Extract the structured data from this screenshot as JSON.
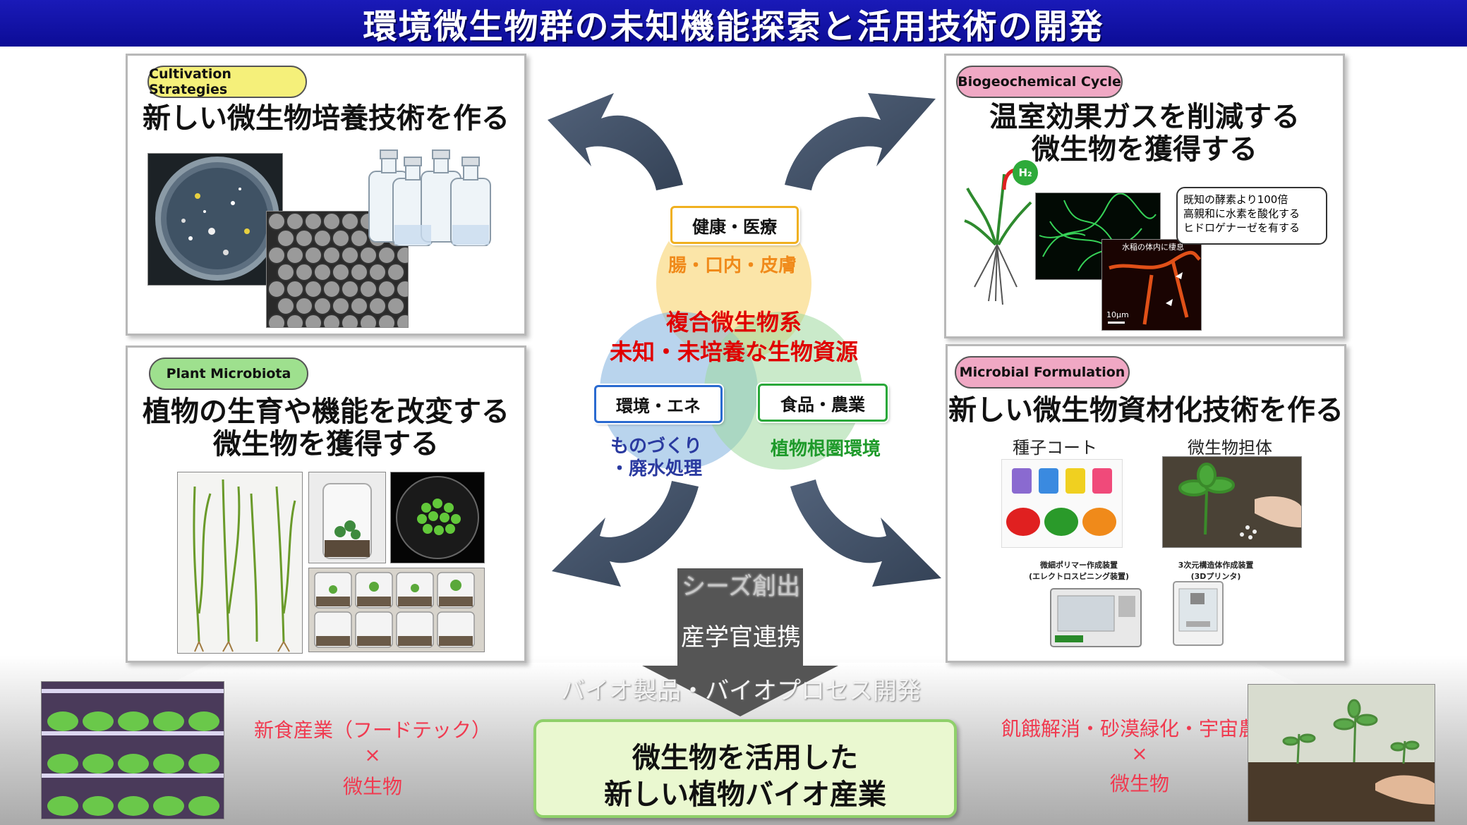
{
  "title": "環境微生物群の未知機能探索と活用技術の開発",
  "panels": {
    "top_left": {
      "tag": "Cultivation Strategies",
      "title": "新しい微生物培養技術を作る"
    },
    "top_right": {
      "tag": "Biogeochemical Cycle",
      "title_line1": "温室効果ガスを削減する",
      "title_line2": "微生物を獲得する",
      "h2_label": "H₂",
      "callout_line1": "既知の酵素より100倍",
      "callout_line2": "高親和に水素を酸化する",
      "callout_line3": "ヒドロゲナーゼを有する",
      "micro_label": "水稲の体内に棲息",
      "scale_label": "10μm"
    },
    "bottom_left": {
      "tag": "Plant Microbiota",
      "title_line1": "植物の生育や機能を改変する",
      "title_line2": "微生物を獲得する"
    },
    "bottom_right": {
      "tag": "Microbial Formulation",
      "title": "新しい微生物資材化技術を作る",
      "seed_coat": "種子コート",
      "carrier": "微生物担体",
      "device1_line1": "微細ポリマー作成装置",
      "device1_line2": "(エレクトロスピニング装置)",
      "device2_line1": "3次元構造体作成装置",
      "device2_line2": "(3Dプリンタ)"
    }
  },
  "center": {
    "health": "健康・医療",
    "health_sub": "腸・口内・皮膚",
    "core_line1": "複合微生物系",
    "core_line2": "未知・未培養な生物資源",
    "env": "環境・エネ",
    "env_sub_line1": "ものづくり",
    "env_sub_line2": "・廃水処理",
    "food": "食品・農業",
    "food_sub": "植物根圏環境"
  },
  "flow": {
    "step1": "シーズ創出",
    "step2": "産学官連携",
    "step3": "バイオ製品・バイオプロセス開発",
    "result_line1": "微生物を活用した",
    "result_line2": "新しい植物バイオ産業"
  },
  "bottom": {
    "left_line1": "新食産業（フードテック）",
    "left_line2": "×",
    "left_line3": "微生物",
    "right_line1": "飢餓解消・砂漠緑化・宇宙農業",
    "right_line2": "×",
    "right_line3": "微生物"
  },
  "colors": {
    "banner": "#0c0c96",
    "health_circle": "#f7d060",
    "env_circle": "#7fb0df",
    "food_circle": "#9ed89e",
    "core_text": "#e00000",
    "health_sub": "#f08a1a",
    "env_sub": "#2a3aa0",
    "food_sub": "#1e9a2a",
    "pink_text": "#f03a50",
    "arrow": "#3e4d60"
  }
}
